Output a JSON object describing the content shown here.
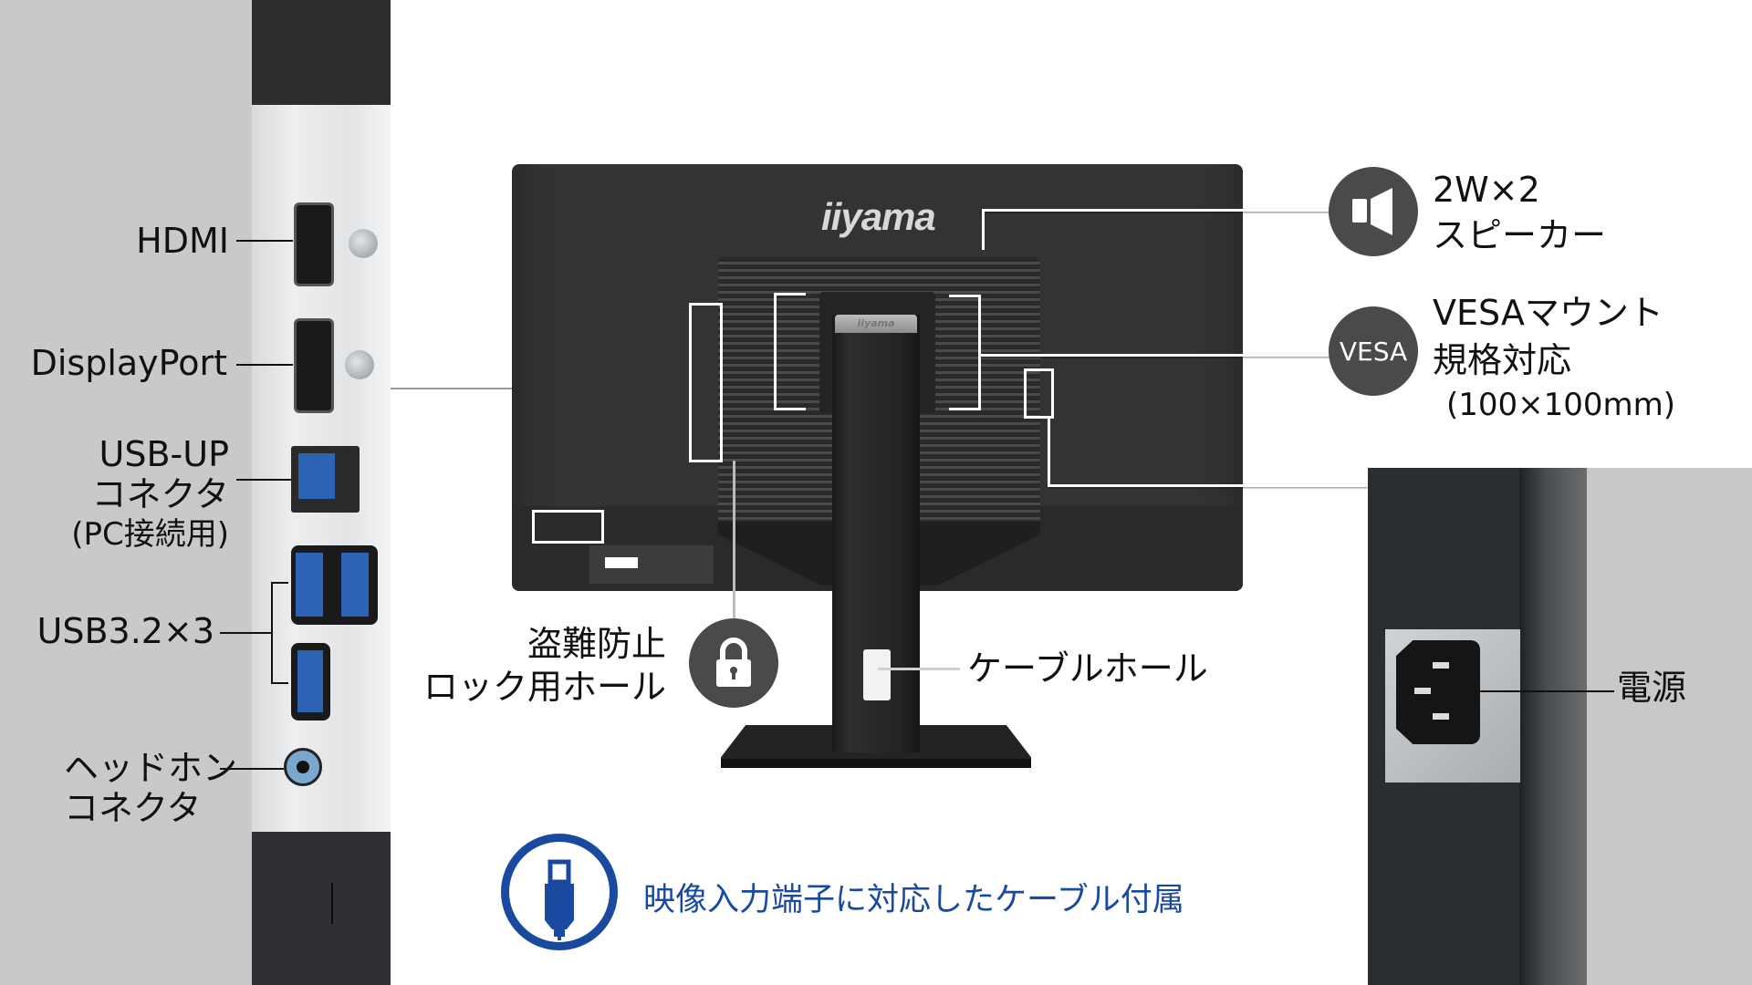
{
  "left_panel": {
    "labels": {
      "hdmi": "HDMI",
      "displayport": "DisplayPort",
      "usb_up_line1": "USB-UP",
      "usb_up_line2": "コネクタ",
      "usb_up_line3": "(PC接続用)",
      "usb32": "USB3.2×3",
      "headphone_line1": "ヘッドホン",
      "headphone_line2": "コネクタ"
    }
  },
  "monitor": {
    "brand_logo": "iiyama",
    "stand_logo": "iiyama"
  },
  "callouts": {
    "speaker": {
      "icon": "speaker-icon",
      "line1": "2W×2",
      "line2": "スピーカー"
    },
    "vesa": {
      "icon_text": "VESA",
      "line1": "VESAマウント",
      "line2": "規格対応",
      "line3": "(100×100mm)"
    },
    "lock": {
      "icon": "lock-icon",
      "line1": "盗難防止",
      "line2": "ロック用ホール"
    },
    "cable_hole": {
      "label": "ケーブルホール"
    },
    "power": {
      "label": "電源"
    }
  },
  "footer": {
    "icon": "cable-connector-icon",
    "text": "映像入力端子に対応したケーブル付属",
    "accent_color": "#1a4aa0"
  }
}
